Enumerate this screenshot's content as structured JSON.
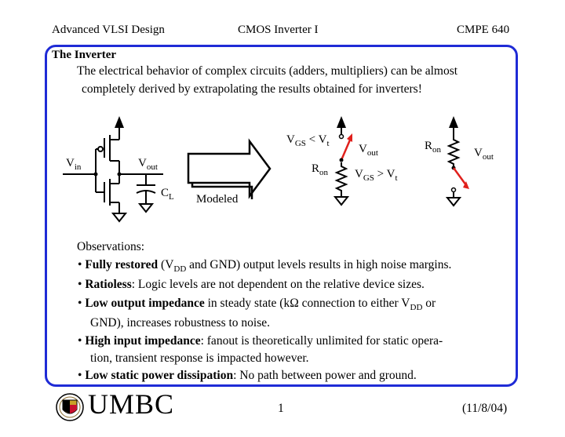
{
  "header": {
    "left": "Advanced VLSI Design",
    "center": "CMOS Inverter I",
    "right": "CMPE 640"
  },
  "slide": {
    "title": "The Inverter",
    "intro_1": "The electrical behavior of complex circuits (adders, multipliers) can be almost",
    "intro_2": "completely derived by extrapolating the results obtained for inverters!",
    "obs_heading": "Observations:",
    "b1_bold": "Fully restored",
    "b1_rest": "and GND) output levels results in high noise margins.",
    "b2_bold": "Ratioless",
    "b2_rest": ": Logic levels are not dependent on the relative device sizes.",
    "b3_bold": "Low output impedance",
    "b3_rest": "in steady state (kΩ connection to either V",
    "b3_or": "or",
    "b3_cont": "GND), increases robustness to noise.",
    "b4_bold": "High input impedance",
    "b4_rest": ": fanout is theoretically unlimited for static opera-",
    "b4_cont": "tion, transient response is impacted however.",
    "b5_bold": "Low static power dissipation",
    "b5_rest": ": No path between power and ground."
  },
  "diagram": {
    "vin": "V",
    "vin_sub": "in",
    "vout": "V",
    "vout_sub": "out",
    "cl": "C",
    "cl_sub": "L",
    "modeled": "Modeled",
    "vgs_lt": "V",
    "vgs_lt_sub": "GS",
    "vgs_lt_rest": " < V",
    "vgs_lt_sub2": "t",
    "vgs_gt": "V",
    "vgs_gt_sub": "GS",
    "vgs_gt_rest": " > V",
    "vgs_gt_sub2": "t",
    "ron": "R",
    "ron_sub": "on",
    "vout2": "V",
    "vout2_sub": "out",
    "ron2": "R",
    "ron2_sub": "on",
    "vout3": "V",
    "vout3_sub": "out"
  },
  "footer": {
    "logo_text": "UMBC",
    "page": "1",
    "date": "(11/8/04)"
  },
  "colors": {
    "frame": "#1f2bd6",
    "switch": "#e0201c"
  }
}
